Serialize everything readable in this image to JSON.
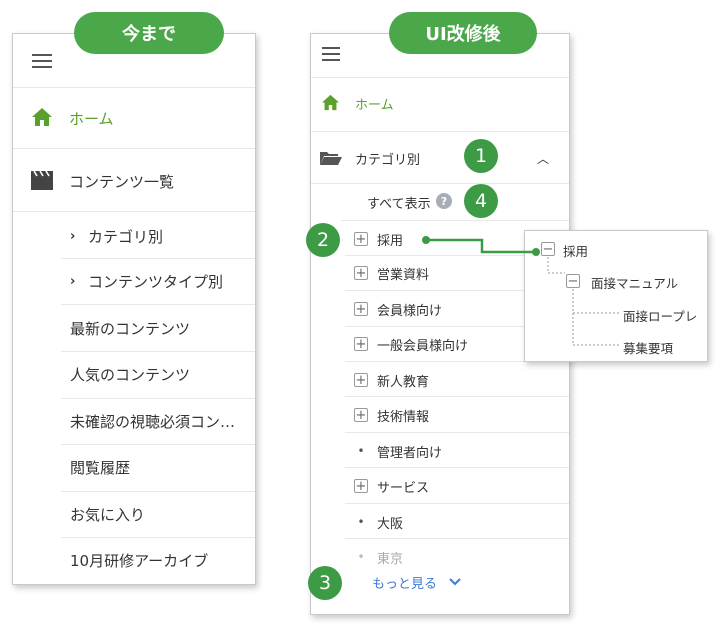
{
  "before": {
    "pill_label": "今まで",
    "home_label": "ホーム",
    "contents_label": "コンテンツ一覧",
    "sub_items": [
      "カテゴリ別",
      "コンテンツタイプ別"
    ],
    "items": [
      "最新のコンテンツ",
      "人気のコンテンツ",
      "未確認の視聴必須コン…",
      "閲覧履歴",
      "お気に入り",
      "10月研修アーカイブ"
    ]
  },
  "after": {
    "pill_label": "UI改修後",
    "home_label": "ホーム",
    "category_label": "カテゴリ別",
    "show_all_label": "すべて表示",
    "categories": [
      {
        "label": "採用",
        "type": "plus"
      },
      {
        "label": "営業資料",
        "type": "plus"
      },
      {
        "label": "会員様向け",
        "type": "plus"
      },
      {
        "label": "一般会員様向け",
        "type": "plus"
      },
      {
        "label": "新人教育",
        "type": "plus"
      },
      {
        "label": "技術情報",
        "type": "plus"
      },
      {
        "label": "管理者向け",
        "type": "bullet"
      },
      {
        "label": "サービス",
        "type": "plus"
      },
      {
        "label": "大阪",
        "type": "bullet"
      },
      {
        "label": "東京",
        "type": "bullet-faded"
      }
    ],
    "show_more_label": "もっと見る",
    "badges": [
      "1",
      "2",
      "3",
      "4"
    ]
  },
  "popup": {
    "root_label": "採用",
    "child_label": "面接マニュアル",
    "leaf_labels": [
      "面接ロープレ",
      "募集要項"
    ]
  },
  "colors": {
    "accent_green": "#4aa84a",
    "home_green": "#5aa02c",
    "link_blue": "#3a7bd5"
  }
}
